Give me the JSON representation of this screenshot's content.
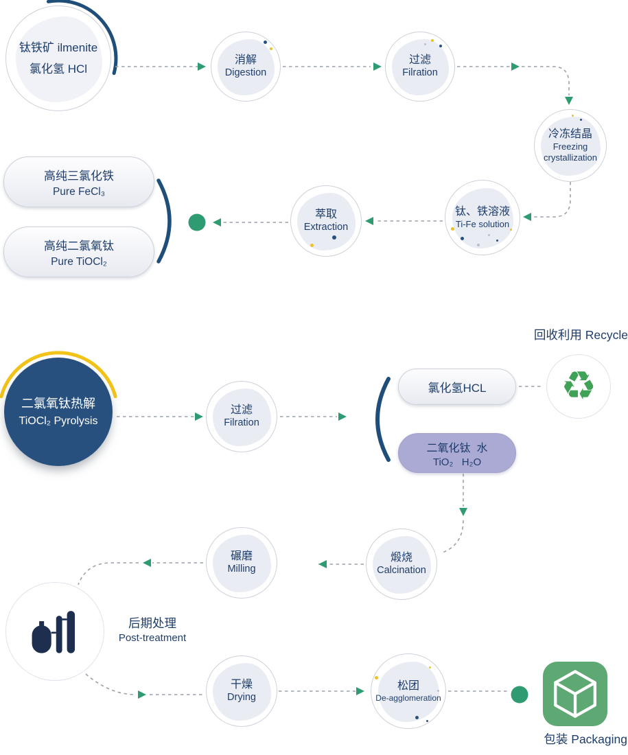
{
  "colors": {
    "navy": "#27507f",
    "text_navy": "#1e3d6b",
    "arc_navy": "#1f4e79",
    "arrow_green": "#2e9b72",
    "recycle_green": "#3fa257",
    "package_green": "#5ea873",
    "yellow": "#f2c318",
    "purple_pill": "#abaad4"
  },
  "stage1": {
    "ilmenite": {
      "line1": "钛铁矿 ilmenite",
      "line2": "氯化氢 HCl"
    },
    "digestion": {
      "zh": "消解",
      "en": "Digestion"
    },
    "filtration": {
      "zh": "过滤",
      "en": "Filration"
    },
    "freezing": {
      "zh": "冷冻结晶",
      "en1": "Freezing",
      "en2": "crystallization"
    },
    "ti_fe_solution": {
      "zh": "钛、铁溶液",
      "en": "Ti-Fe solution"
    },
    "extraction": {
      "zh": "萃取",
      "en": "Extraction"
    },
    "pure_fecl3": {
      "zh": "高纯三氯化铁",
      "en": "Pure FeCl₃"
    },
    "pure_tiocl2": {
      "zh": "高纯二氯氧钛",
      "en": "Pure TiOCl₂"
    }
  },
  "stage2": {
    "pyrolysis": {
      "zh": "二氯氧钛热解",
      "en": "TiOCl₂ Pyrolysis"
    },
    "filtration": {
      "zh": "过滤",
      "en": "Filration"
    },
    "hcl_output": {
      "label": "氯化氢HCL"
    },
    "tio2_output": {
      "zh": "二氧化钛  水",
      "en": "TiO₂   H₂O"
    },
    "recycle": {
      "label": "回收利用 Recycle",
      "glyph": "♻"
    },
    "calcination": {
      "zh": "煅烧",
      "en": "Calcination"
    },
    "milling": {
      "zh": "碾磨",
      "en": "Milling"
    },
    "post_treatment": {
      "zh": "后期处理",
      "en": "Post-treatment"
    },
    "drying": {
      "zh": "干燥",
      "en": "Drying"
    },
    "de_agglomeration": {
      "zh": "松团",
      "en": "De-agglomeration"
    },
    "packaging": {
      "label": "包装 Packaging"
    }
  }
}
